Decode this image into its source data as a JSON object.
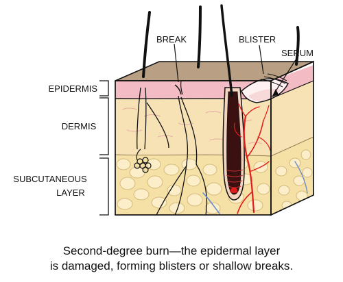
{
  "labels": {
    "break": "BREAK",
    "blister": "BLISTER",
    "serum": "SERUM",
    "epidermis": "EPIDERMIS",
    "dermis": "DERMIS",
    "subcutaneous_line1": "SUBCUTANEOUS",
    "subcutaneous_line2": "LAYER"
  },
  "caption": {
    "line1": "Second-degree burn—the epidermal layer",
    "line2": "is damaged, forming blisters or shallow breaks."
  },
  "colors": {
    "top_surface": "#b9a084",
    "epidermis": "#f3bcc4",
    "dermis": "#f6e2b4",
    "subcutaneous": "#f5e0a6",
    "fat_cell_fill": "#fbeec8",
    "blood_vessel": "#e21b1b",
    "vein": "#6c8fc9",
    "outline": "#111111"
  }
}
